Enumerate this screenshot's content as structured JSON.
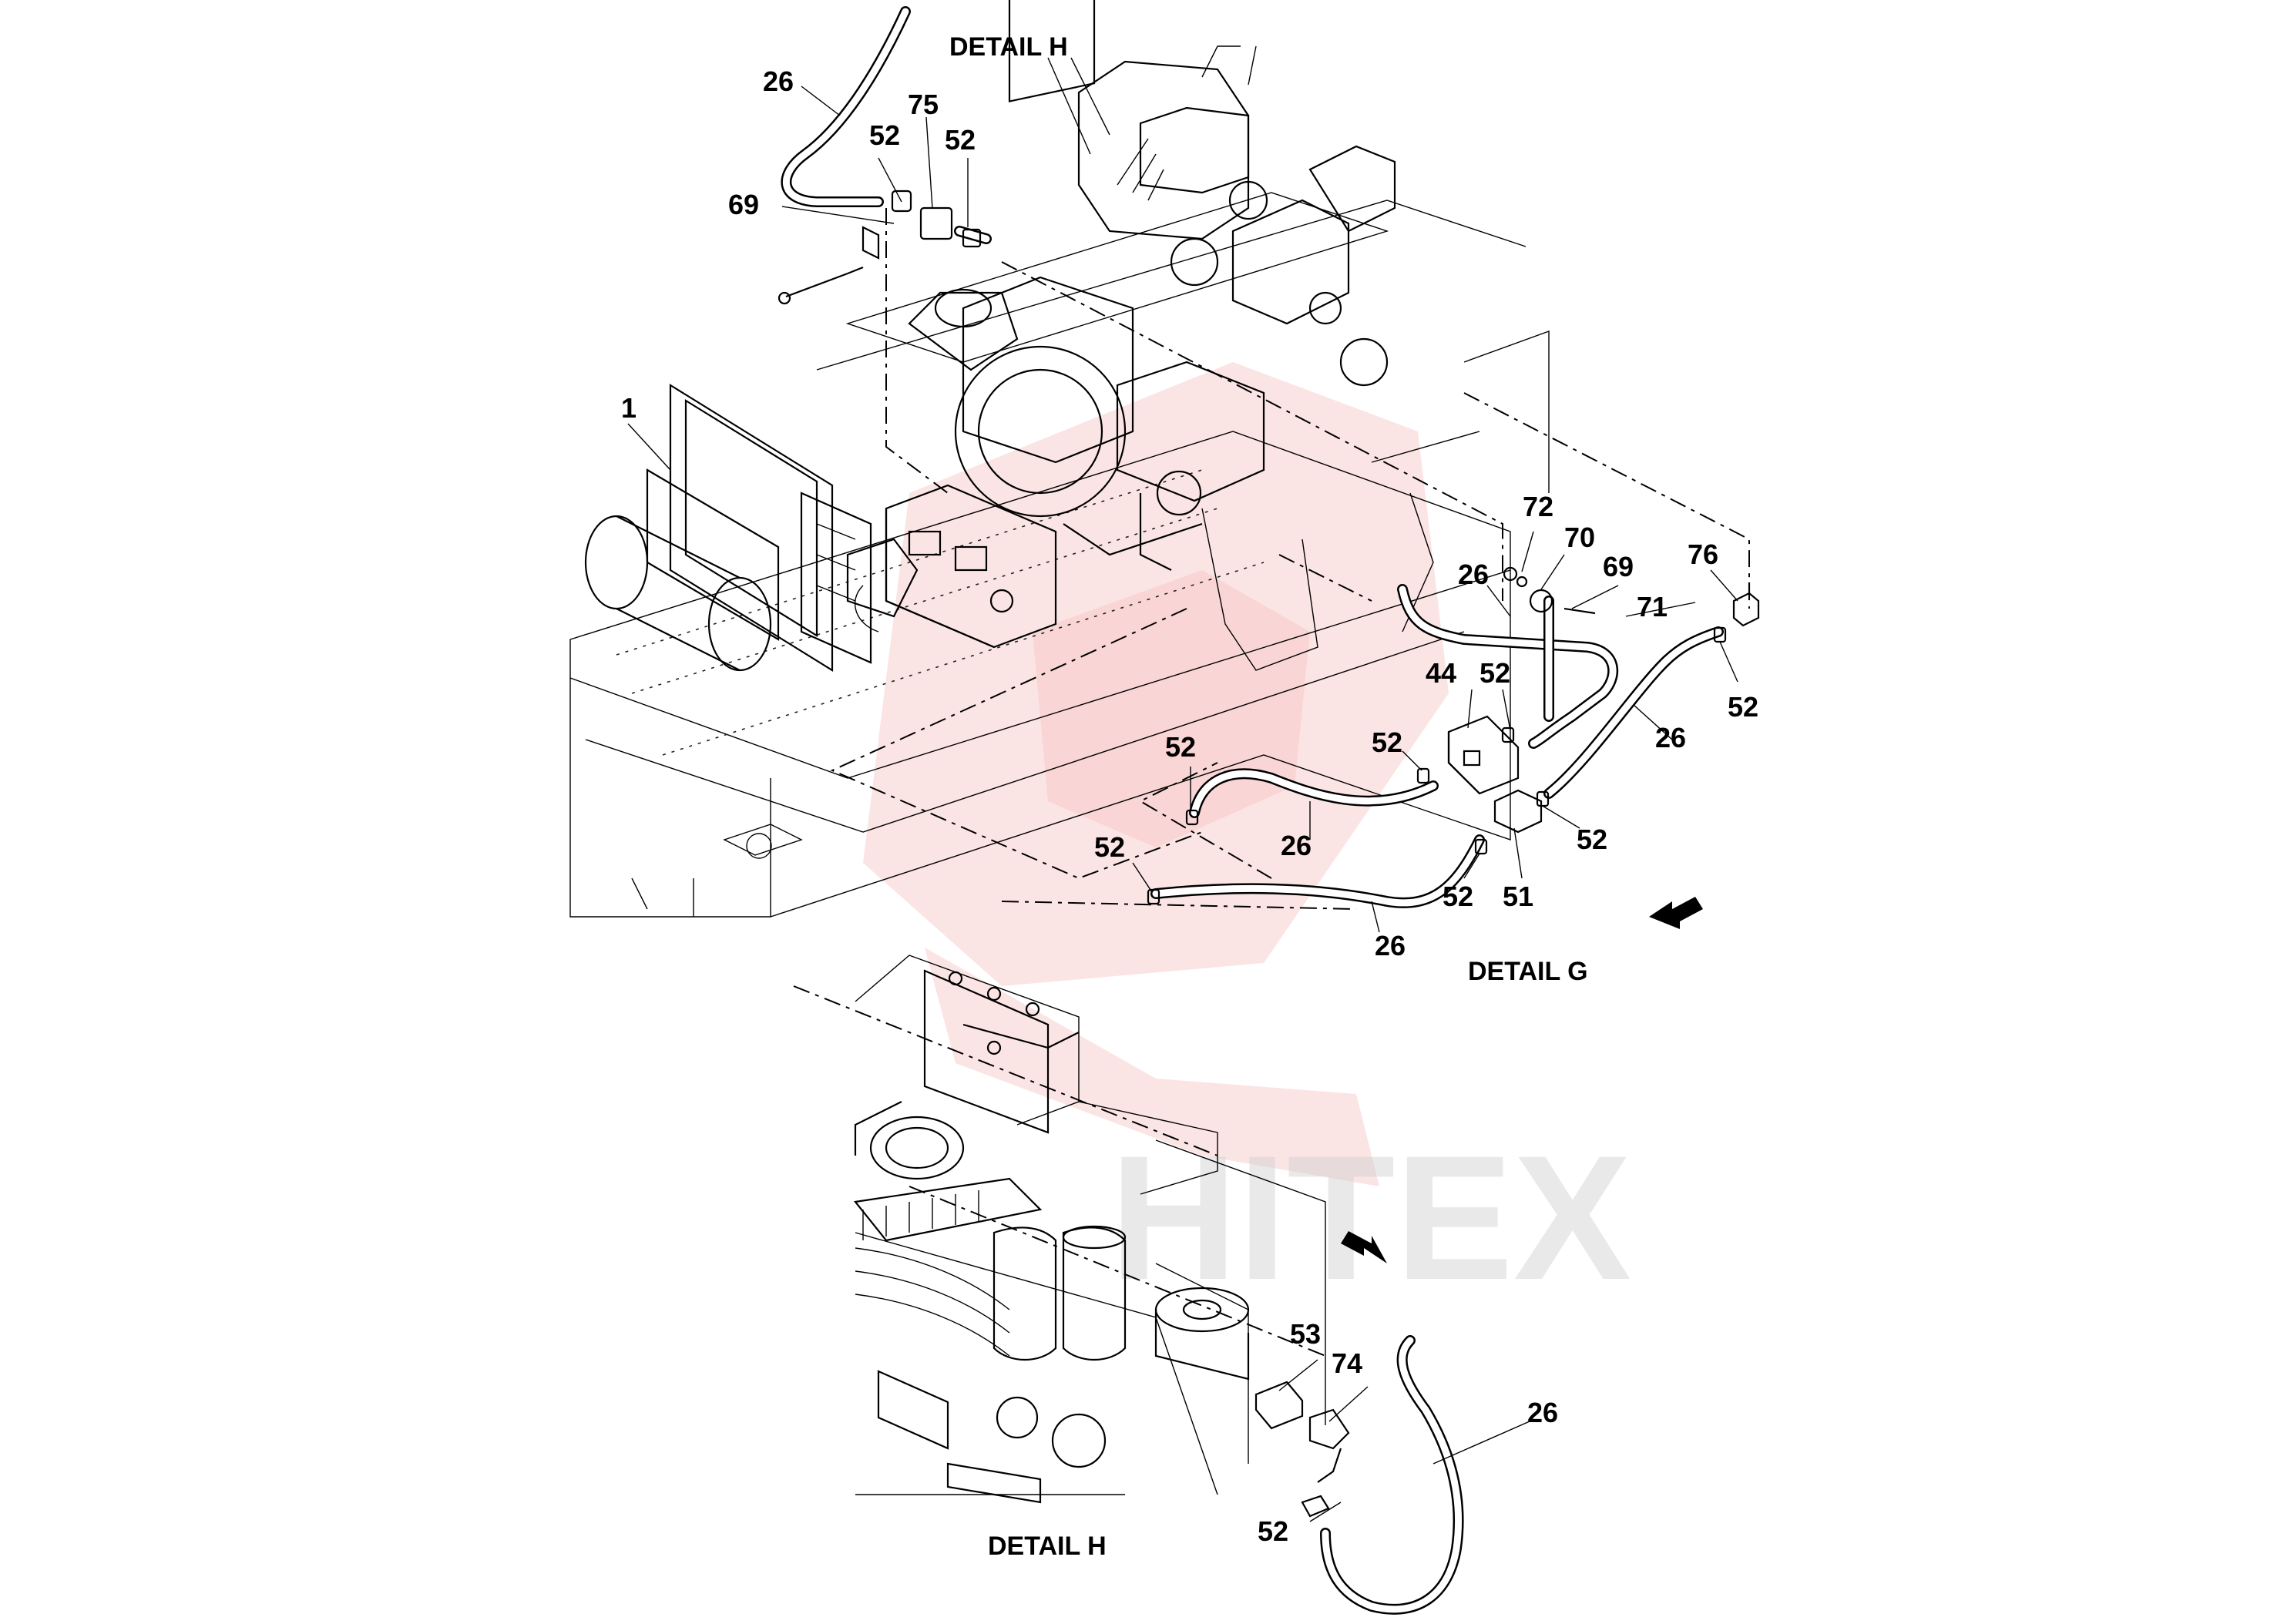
{
  "details": {
    "detail_h_top": "DETAIL H",
    "detail_g": "DETAIL G",
    "detail_h_bottom": "DETAIL H"
  },
  "callouts": {
    "c26_top": "26",
    "c52_a": "52",
    "c75": "75",
    "c52_b": "52",
    "c69_a": "69",
    "c1": "1",
    "c72": "72",
    "c70": "70",
    "c26_mid": "26",
    "c69_b": "69",
    "c76": "76",
    "c71": "71",
    "c44": "44",
    "c52_c": "52",
    "c52_d": "52",
    "c26_right": "26",
    "c52_e": "52",
    "c52_f": "52",
    "c26_low": "26",
    "c52_g": "52",
    "c52_h": "52",
    "c51": "51",
    "c52_i": "52",
    "c26_bottom": "26",
    "c53": "53",
    "c74": "74",
    "c26_hose": "26",
    "c52_j": "52"
  },
  "watermark": "HITEX",
  "colors": {
    "line": "#000000",
    "watermark": "#e8595a",
    "background": "#ffffff"
  }
}
